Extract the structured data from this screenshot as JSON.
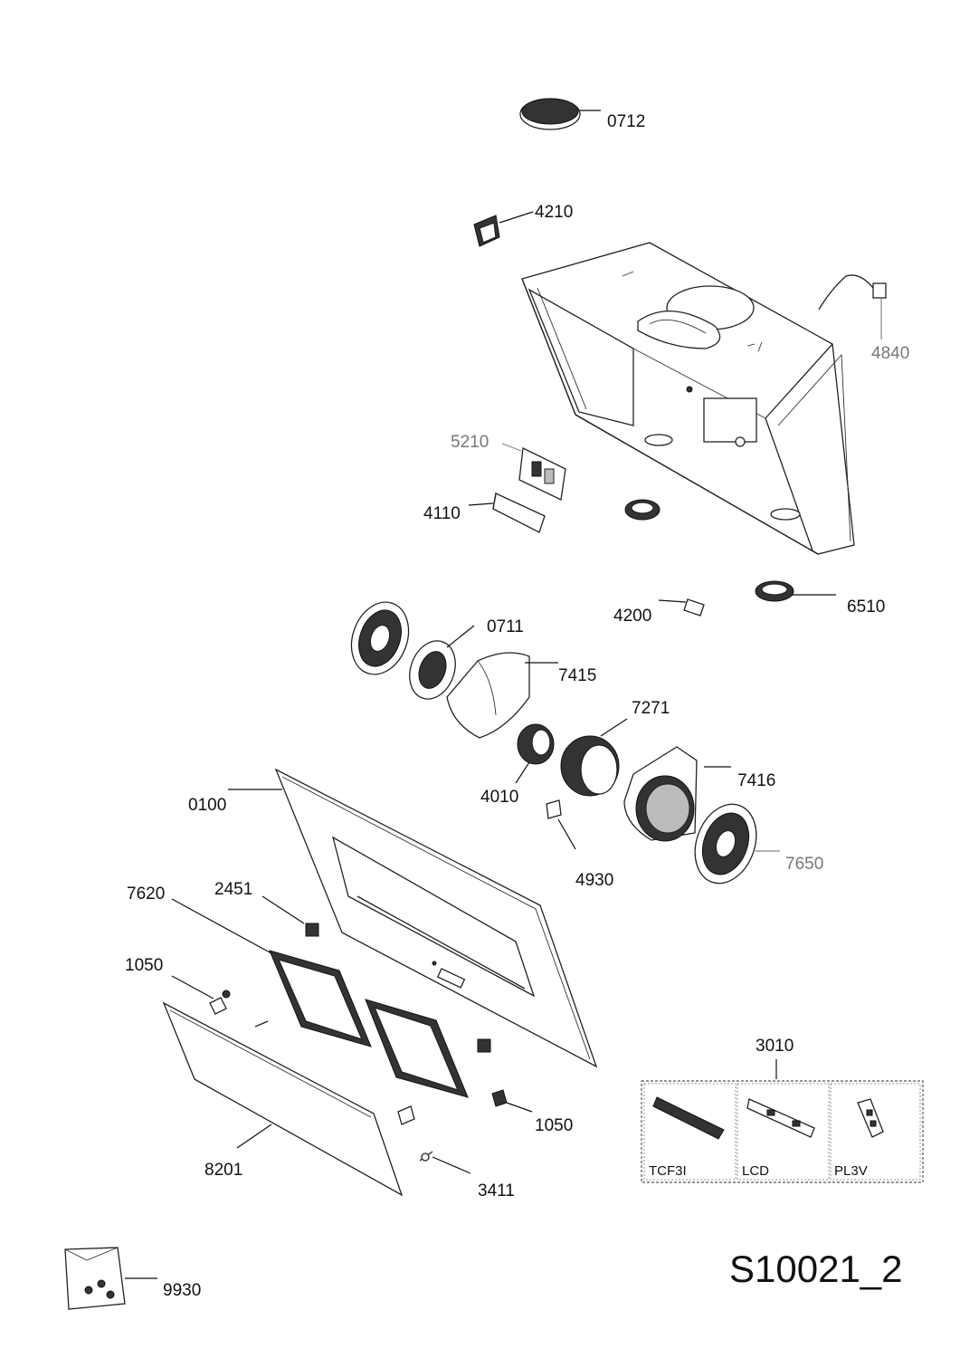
{
  "drawing_id": "S10021_2",
  "parts": {
    "p0712": "0712",
    "p4210": "4210",
    "p4840": "4840",
    "p5210": "5210",
    "p4110": "4110",
    "p4200": "4200",
    "p6510": "6510",
    "p0711": "0711",
    "p7415": "7415",
    "p7271": "7271",
    "p4010": "4010",
    "p7416": "7416",
    "p0100": "0100",
    "p4930": "4930",
    "p7650": "7650",
    "p7620": "7620",
    "p2451": "2451",
    "p1050a": "1050",
    "p1050b": "1050",
    "p8201": "8201",
    "p3411": "3411",
    "p3010": "3010",
    "p9930": "9930"
  },
  "kit_3010": {
    "options": [
      "TCF3I",
      "LCD",
      "PL3V"
    ]
  }
}
